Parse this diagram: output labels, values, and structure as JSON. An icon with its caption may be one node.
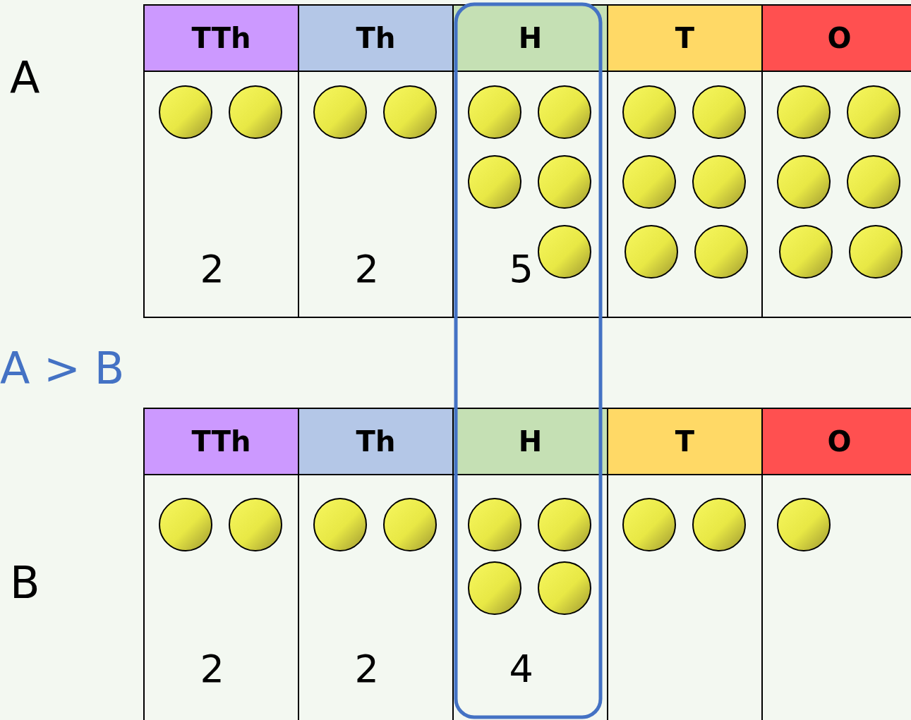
{
  "diagram": {
    "nodes": [
      {
        "text": [
          "TTh"
        ]
      },
      {
        "text": [
          "Th"
        ]
      },
      {
        "text": [
          "H"
        ]
      },
      {
        "text": [
          "T"
        ]
      },
      {
        "text": [
          "O"
        ]
      },
      {
        "text": [
          "2"
        ]
      },
      {
        "text": [],
        "shape": "circle",
        "in": 5
      },
      {
        "text": [],
        "shape": "circle",
        "in": 5
      },
      {
        "text": [
          "2"
        ]
      },
      {
        "text": [],
        "shape": "circle",
        "in": 8
      },
      {
        "text": [],
        "shape": "circle",
        "in": 8
      },
      {
        "text": [
          "5"
        ]
      },
      {
        "text": [],
        "shape": "circle",
        "in": 11
      },
      {
        "text": [],
        "shape": "circle",
        "in": 11
      },
      {
        "text": [],
        "shape": "circle",
        "in": 11
      },
      {
        "text": [],
        "shape": "circle",
        "in": 11
      },
      {
        "text": [],
        "shape": "circle",
        "in": 11
      },
      {
        "text": [],
        "shape": "box"
      },
      {
        "text": [],
        "shape": "circle",
        "in": 17
      },
      {
        "text": [],
        "shape": "circle",
        "in": 17
      },
      {
        "text": [],
        "shape": "circle",
        "in": 17
      },
      {
        "text": [],
        "shape": "circle",
        "in": 17
      },
      {
        "text": [],
        "shape": "circle",
        "in": 17
      },
      {
        "text": [],
        "shape": "circle",
        "in": 17
      },
      {
        "text": [],
        "shape": "box"
      },
      {
        "text": [],
        "shape": "circle",
        "in": 24
      },
      {
        "text": [],
        "shape": "circle",
        "in": 24
      },
      {
        "text": [],
        "shape": "circle",
        "in": 24
      },
      {
        "text": [],
        "shape": "circle",
        "in": 24
      },
      {
        "text": [],
        "shape": "circle",
        "in": 24
      },
      {
        "text": [],
        "shape": "circle",
        "in": 24
      },
      {
        "text": [
          "TTh"
        ]
      },
      {
        "text": [
          "Th"
        ]
      },
      {
        "text": [
          "H"
        ]
      },
      {
        "text": [
          "T"
        ]
      },
      {
        "text": [
          "O"
        ]
      },
      {
        "text": [
          "2"
        ]
      },
      {
        "text": [],
        "shape": "circle",
        "in": 36
      },
      {
        "text": [],
        "shape": "circle",
        "in": 36
      },
      {
        "text": [
          "2"
        ]
      },
      {
        "text": [],
        "shape": "circle",
        "in": 39
      },
      {
        "text": [],
        "shape": "circle",
        "in": 39
      },
      {
        "text": [
          "4"
        ]
      },
      {
        "text": [],
        "shape": "circle",
        "in": 42
      },
      {
        "text": [],
        "shape": "circle",
        "in": 42
      },
      {
        "text": [],
        "shape": "circle",
        "in": 42
      },
      {
        "text": [],
        "shape": "circle",
        "in": 42
      },
      {
        "text": [],
        "shape": "box"
      },
      {
        "text": [],
        "shape": "circle",
        "in": 47
      },
      {
        "text": [],
        "shape": "circle",
        "in": 47
      },
      {
        "text": [],
        "shape": "box"
      },
      {
        "text": [],
        "shape": "circle",
        "in": 50
      }
    ],
    "labels": [
      "A",
      "A > B",
      "B"
    ]
  }
}
